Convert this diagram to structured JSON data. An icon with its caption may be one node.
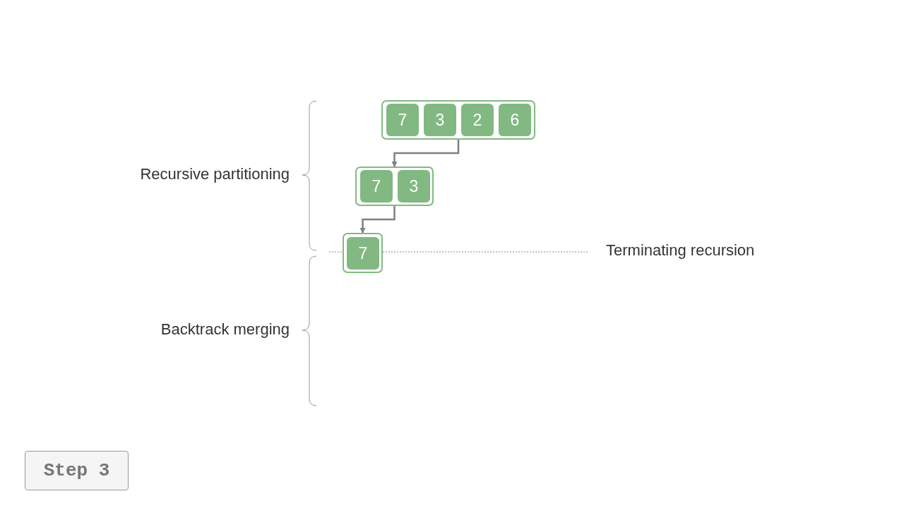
{
  "diagram": {
    "nodes": [
      {
        "text": [],
        "shape": "box"
      },
      {
        "text": [
          "7"
        ],
        "in": 0
      },
      {
        "text": [
          "3"
        ],
        "in": 0
      },
      {
        "text": [
          "2"
        ],
        "in": 0
      },
      {
        "text": [
          "6"
        ],
        "in": 0
      },
      {
        "text": [],
        "shape": "box"
      },
      {
        "text": [
          "7"
        ],
        "in": 5
      },
      {
        "text": [
          "3"
        ],
        "in": 5
      },
      {
        "text": [],
        "shape": "box"
      },
      {
        "text": [
          "7"
        ],
        "in": 8
      }
    ],
    "edges": [
      {
        "from": 0,
        "to": 5,
        "arrow": "to"
      },
      {
        "from": 5,
        "to": 8,
        "arrow": "to"
      }
    ],
    "labels": [
      "Recursive partitioning",
      "Terminating recursion",
      "Backtrack merging",
      "Step 3"
    ]
  }
}
